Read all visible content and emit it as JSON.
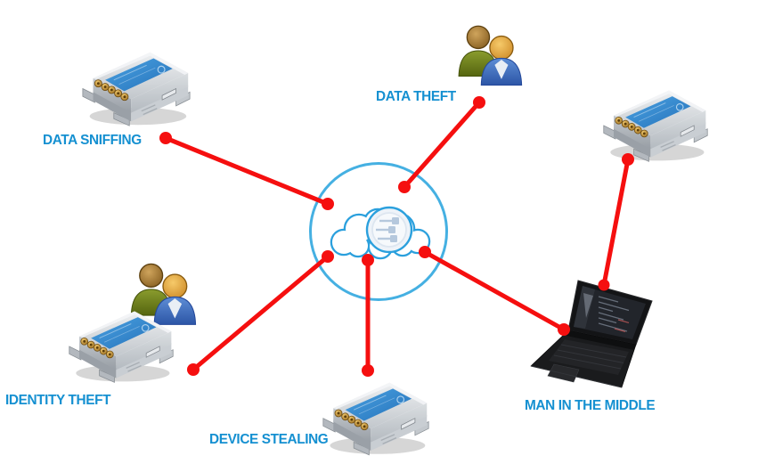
{
  "diagram": {
    "type": "network-threat-diagram",
    "background": "#ffffff",
    "colors": {
      "label_text": "#1590d1",
      "connection_line": "#f50f0f",
      "hub_ring": "#45b0e2",
      "cloud_outline": "#2ba0dd"
    },
    "hub": {
      "name": "iot-cloud",
      "icon": "cloud-connectors-icon"
    },
    "nodes": [
      {
        "id": "data-sniffing",
        "type": "router",
        "label": "DATA SNIFFING"
      },
      {
        "id": "data-theft",
        "type": "people",
        "label": "DATA THEFT"
      },
      {
        "id": "remote-router",
        "type": "router",
        "label": ""
      },
      {
        "id": "identity-theft",
        "type": "people-router",
        "label": "IDENTITY THEFT"
      },
      {
        "id": "device-stealing",
        "type": "router",
        "label": "DEVICE STEALING"
      },
      {
        "id": "man-in-the-middle",
        "type": "laptop",
        "label": "MAN IN THE MIDDLE"
      }
    ]
  }
}
